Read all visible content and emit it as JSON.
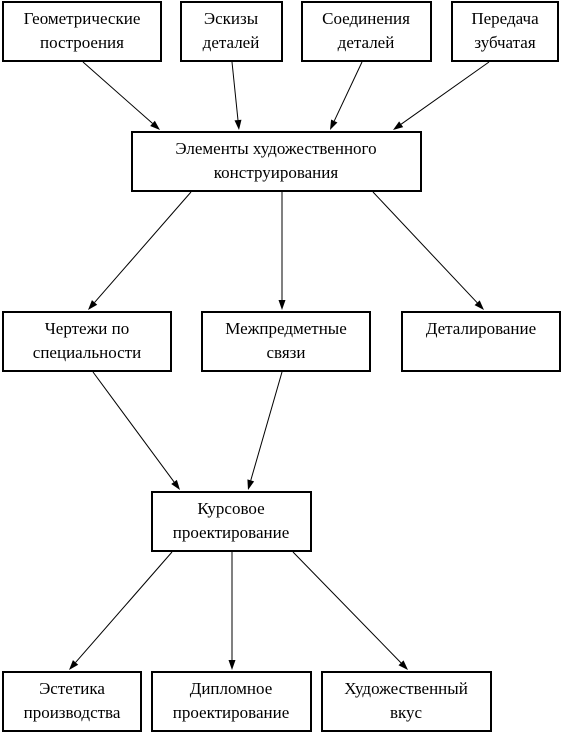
{
  "nodes": {
    "geometric": {
      "lines": [
        "Геометрические",
        "построения"
      ]
    },
    "sketches": {
      "lines": [
        "Эскизы",
        "деталей"
      ]
    },
    "joints": {
      "lines": [
        "Соединения",
        "деталей"
      ]
    },
    "gear": {
      "lines": [
        "Передача",
        "зубчатая"
      ]
    },
    "elements": {
      "lines": [
        "Элементы художественного",
        "конструирования"
      ]
    },
    "drawings": {
      "lines": [
        "Чертежи по",
        "специальности"
      ]
    },
    "interdisciplinary": {
      "lines": [
        "Межпредметные",
        "связи"
      ]
    },
    "detailing": {
      "lines": [
        "Деталирование"
      ]
    },
    "coursework": {
      "lines": [
        "Курсовое",
        "проектирование"
      ]
    },
    "aesthetics": {
      "lines": [
        "Эстетика",
        "производства"
      ]
    },
    "diploma": {
      "lines": [
        "Дипломное",
        "проектирование"
      ]
    },
    "taste": {
      "lines": [
        "Художественный",
        "вкус"
      ]
    }
  },
  "edges": [
    {
      "from": "geometric",
      "to": "elements"
    },
    {
      "from": "sketches",
      "to": "elements"
    },
    {
      "from": "joints",
      "to": "elements"
    },
    {
      "from": "gear",
      "to": "elements"
    },
    {
      "from": "elements",
      "to": "drawings"
    },
    {
      "from": "elements",
      "to": "interdisciplinary"
    },
    {
      "from": "elements",
      "to": "detailing"
    },
    {
      "from": "drawings",
      "to": "coursework"
    },
    {
      "from": "interdisciplinary",
      "to": "coursework"
    },
    {
      "from": "coursework",
      "to": "aesthetics"
    },
    {
      "from": "coursework",
      "to": "diploma"
    },
    {
      "from": "coursework",
      "to": "taste"
    }
  ]
}
